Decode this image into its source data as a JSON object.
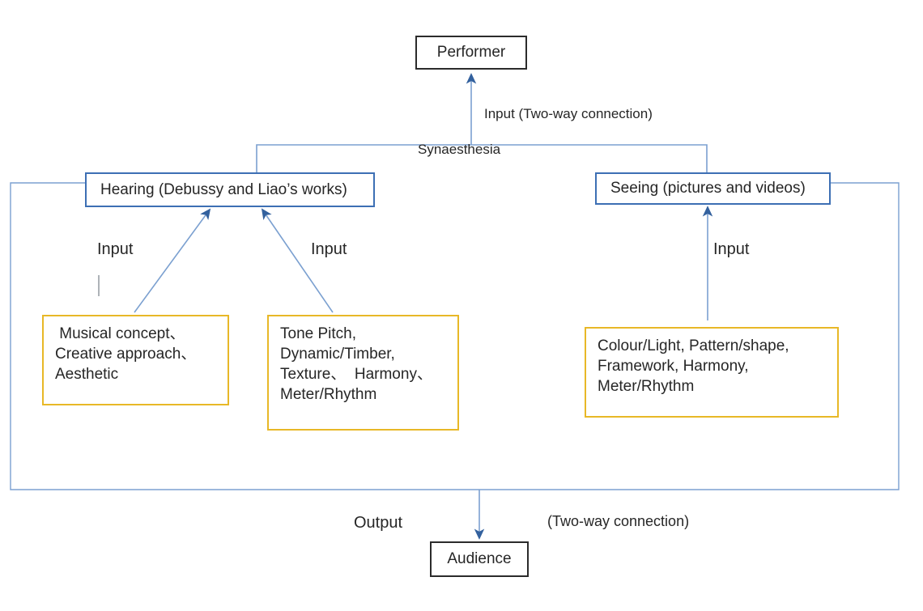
{
  "diagram": {
    "title": "Synaesthesia performance model",
    "colors": {
      "box_dark_border": "#2b2b2b",
      "box_blue_border": "#3d6fb4",
      "box_yellow_border": "#e8b827",
      "connector_blue": "#7ba0d0",
      "arrow_blue": "#4472a8",
      "tick_grey": "#9aa0a6",
      "text": "#262626",
      "background": "#ffffff"
    },
    "nodes": {
      "performer": "Performer",
      "hearing": "Hearing (Debussy and Liao’s works)",
      "seeing": "Seeing (pictures and videos)",
      "audience": "Audience",
      "musical_concept_box": " Musical concept、\nCreative approach、\nAesthetic",
      "tone_pitch_box": "Tone Pitch,\nDynamic/Timber,\nTexture、  Harmony、\nMeter/Rhythm",
      "colour_light_box": "Colour/Light, Pattern/shape,\nFramework, Harmony,\nMeter/Rhythm"
    },
    "edge_labels": {
      "input_two_way": "Input (Two-way connection)",
      "synaesthesia": "Synaesthesia",
      "input_hearing_left": "Input",
      "input_hearing_right": "Input",
      "input_seeing": "Input",
      "output": "Output",
      "two_way_connection": "(Two-way connection)"
    }
  }
}
